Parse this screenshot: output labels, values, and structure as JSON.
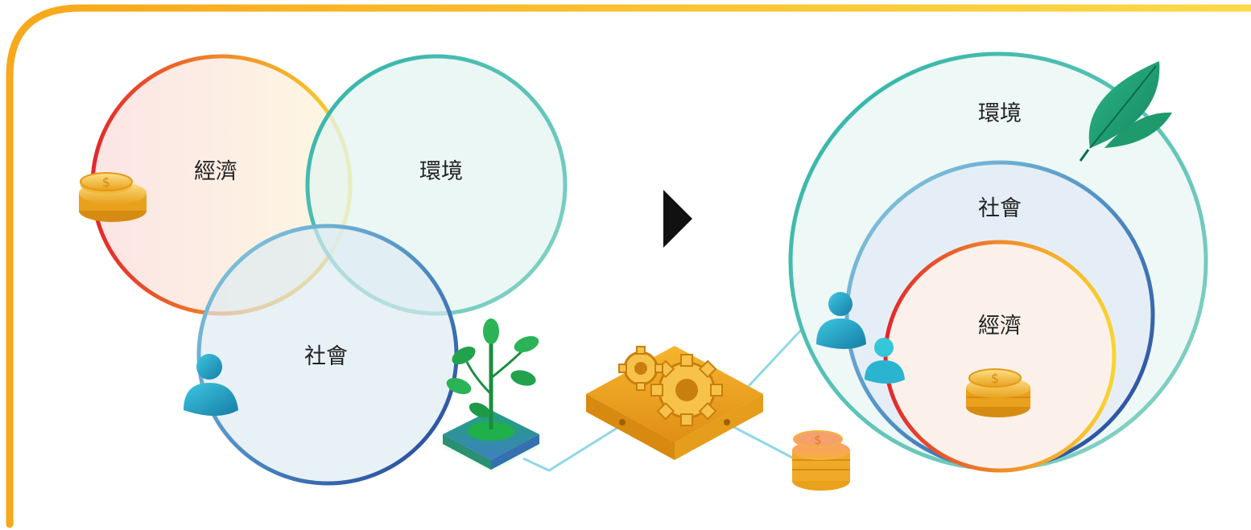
{
  "diagram": {
    "left_venn": {
      "economy_label": "經濟",
      "environment_label": "環境",
      "society_label": "社會"
    },
    "right_nested": {
      "environment_label": "環境",
      "society_label": "社會",
      "economy_label": "經濟"
    },
    "icons": {
      "coin": "dollar-coin-stack-icon",
      "person": "person-icon",
      "plant": "sprout-plant-icon",
      "gears": "gears-block-icon",
      "leaf": "leaf-icon",
      "arrow": "play-arrow-icon"
    },
    "colors": {
      "frame": "#f7b21e",
      "economy_gradient": [
        "#e62f2b",
        "#f6cf2b"
      ],
      "environment": "#3dbbac",
      "society_gradient": [
        "#7fc6d8",
        "#213f97"
      ],
      "gear_block": "#f0a826",
      "leaf": "#1a9e72",
      "person": "#1aa3c4",
      "coin": "#f4b73a",
      "arrow": "#111111"
    }
  }
}
